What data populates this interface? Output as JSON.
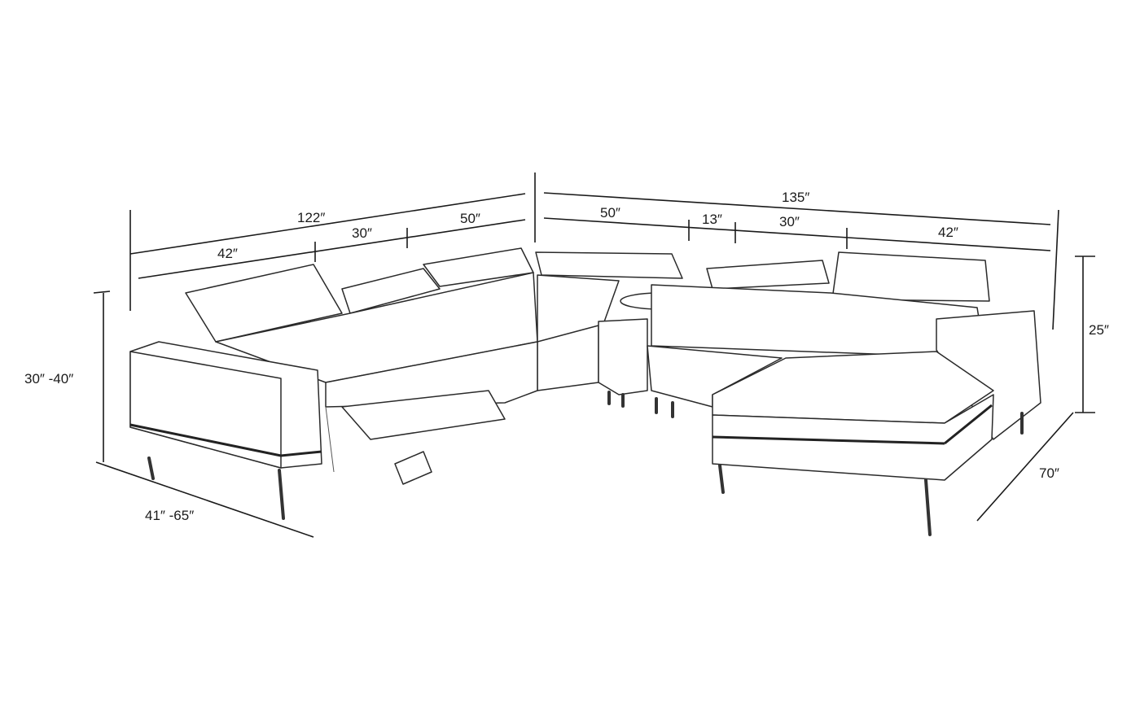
{
  "dimensions": {
    "left_total": "122″",
    "left_seg_1": "42″",
    "left_seg_2": "30″",
    "left_seg_3": "50″",
    "right_total": "135″",
    "right_seg_1": "50″",
    "right_seg_2": "13″",
    "right_seg_3": "30″",
    "right_seg_4": "42″",
    "arm_height": "25″",
    "chaise_depth": "70″",
    "seat_height": "30″ -40″",
    "recline_depth": "41″ -65″"
  }
}
